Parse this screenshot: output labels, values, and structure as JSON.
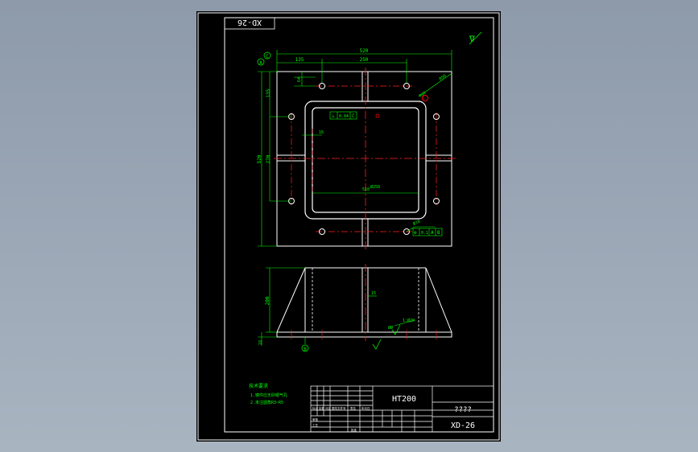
{
  "drawing": {
    "code_box": "XD-26",
    "roughness_mark": "∇",
    "dimensions": {
      "overall_width": "520",
      "left_offset": "135",
      "hole_span": "250",
      "top_inset": "64",
      "left_height": "520",
      "left_inner_height": "270",
      "left_upper": "135",
      "inner_label": "16",
      "hole_dia": "Ø18",
      "corner_r": "R10",
      "chamfer": "R50",
      "bottom_dim": "510",
      "inner_dim": "Ø250",
      "web_thickness": "15",
      "height": "200",
      "base_thickness": "18",
      "bore_label": "ØØ",
      "small_dim": "1:Ø20"
    },
    "tolerance_top": {
      "symbol": "⊥",
      "value": "0.04",
      "datum": "C"
    },
    "tolerance_right": {
      "symbol": "⊕",
      "value": "0.1",
      "datum1": "A",
      "datum2": "B"
    },
    "datum_a": "A",
    "datum_b": "B",
    "datum_c": "C",
    "notes_title": "技术要求",
    "notes": [
      "1.铸件应无砂眼气孔",
      "2.未注圆角R3~R5"
    ],
    "title_block": {
      "material": "HT200",
      "name": "????",
      "code": "XD-26",
      "col_labels": [
        "标记",
        "处数",
        "分区",
        "更改文件号",
        "签名",
        "年月日"
      ],
      "bottom_labels": [
        "审核",
        "工艺",
        "批准"
      ]
    }
  },
  "colors": {
    "background": "#000000",
    "frame": "#ffffff",
    "geometry": "#ffffff",
    "dimension": "#00ff00",
    "center_line": "#ff2020",
    "tolerance": "#00ff00",
    "notes": "#00ff00",
    "hole": "#ff0000"
  }
}
